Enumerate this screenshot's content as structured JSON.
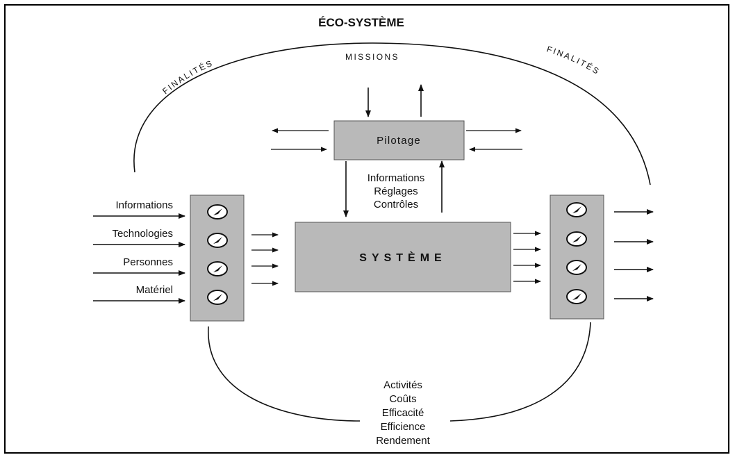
{
  "title": "ÉCO-SYSTÈME",
  "arc_labels": {
    "missions": "MISSIONS",
    "finalites_left": "FINALITÉS",
    "finalites_right": "FINALITÉS"
  },
  "pilotage": {
    "label": "Pilotage",
    "flows": [
      "Informations",
      "Réglages",
      "Contrôles"
    ]
  },
  "systeme": {
    "label": "SYSTÈME"
  },
  "inputs": [
    "Informations",
    "Technologies",
    "Personnes",
    "Matériel"
  ],
  "outcomes": [
    "Activités",
    "Coûts",
    "Efficacité",
    "Efficience",
    "Rendement"
  ],
  "colors": {
    "box_fill": "#b9b9b9",
    "ink": "#111111"
  },
  "icons": {
    "gauge": "gauge-icon"
  }
}
